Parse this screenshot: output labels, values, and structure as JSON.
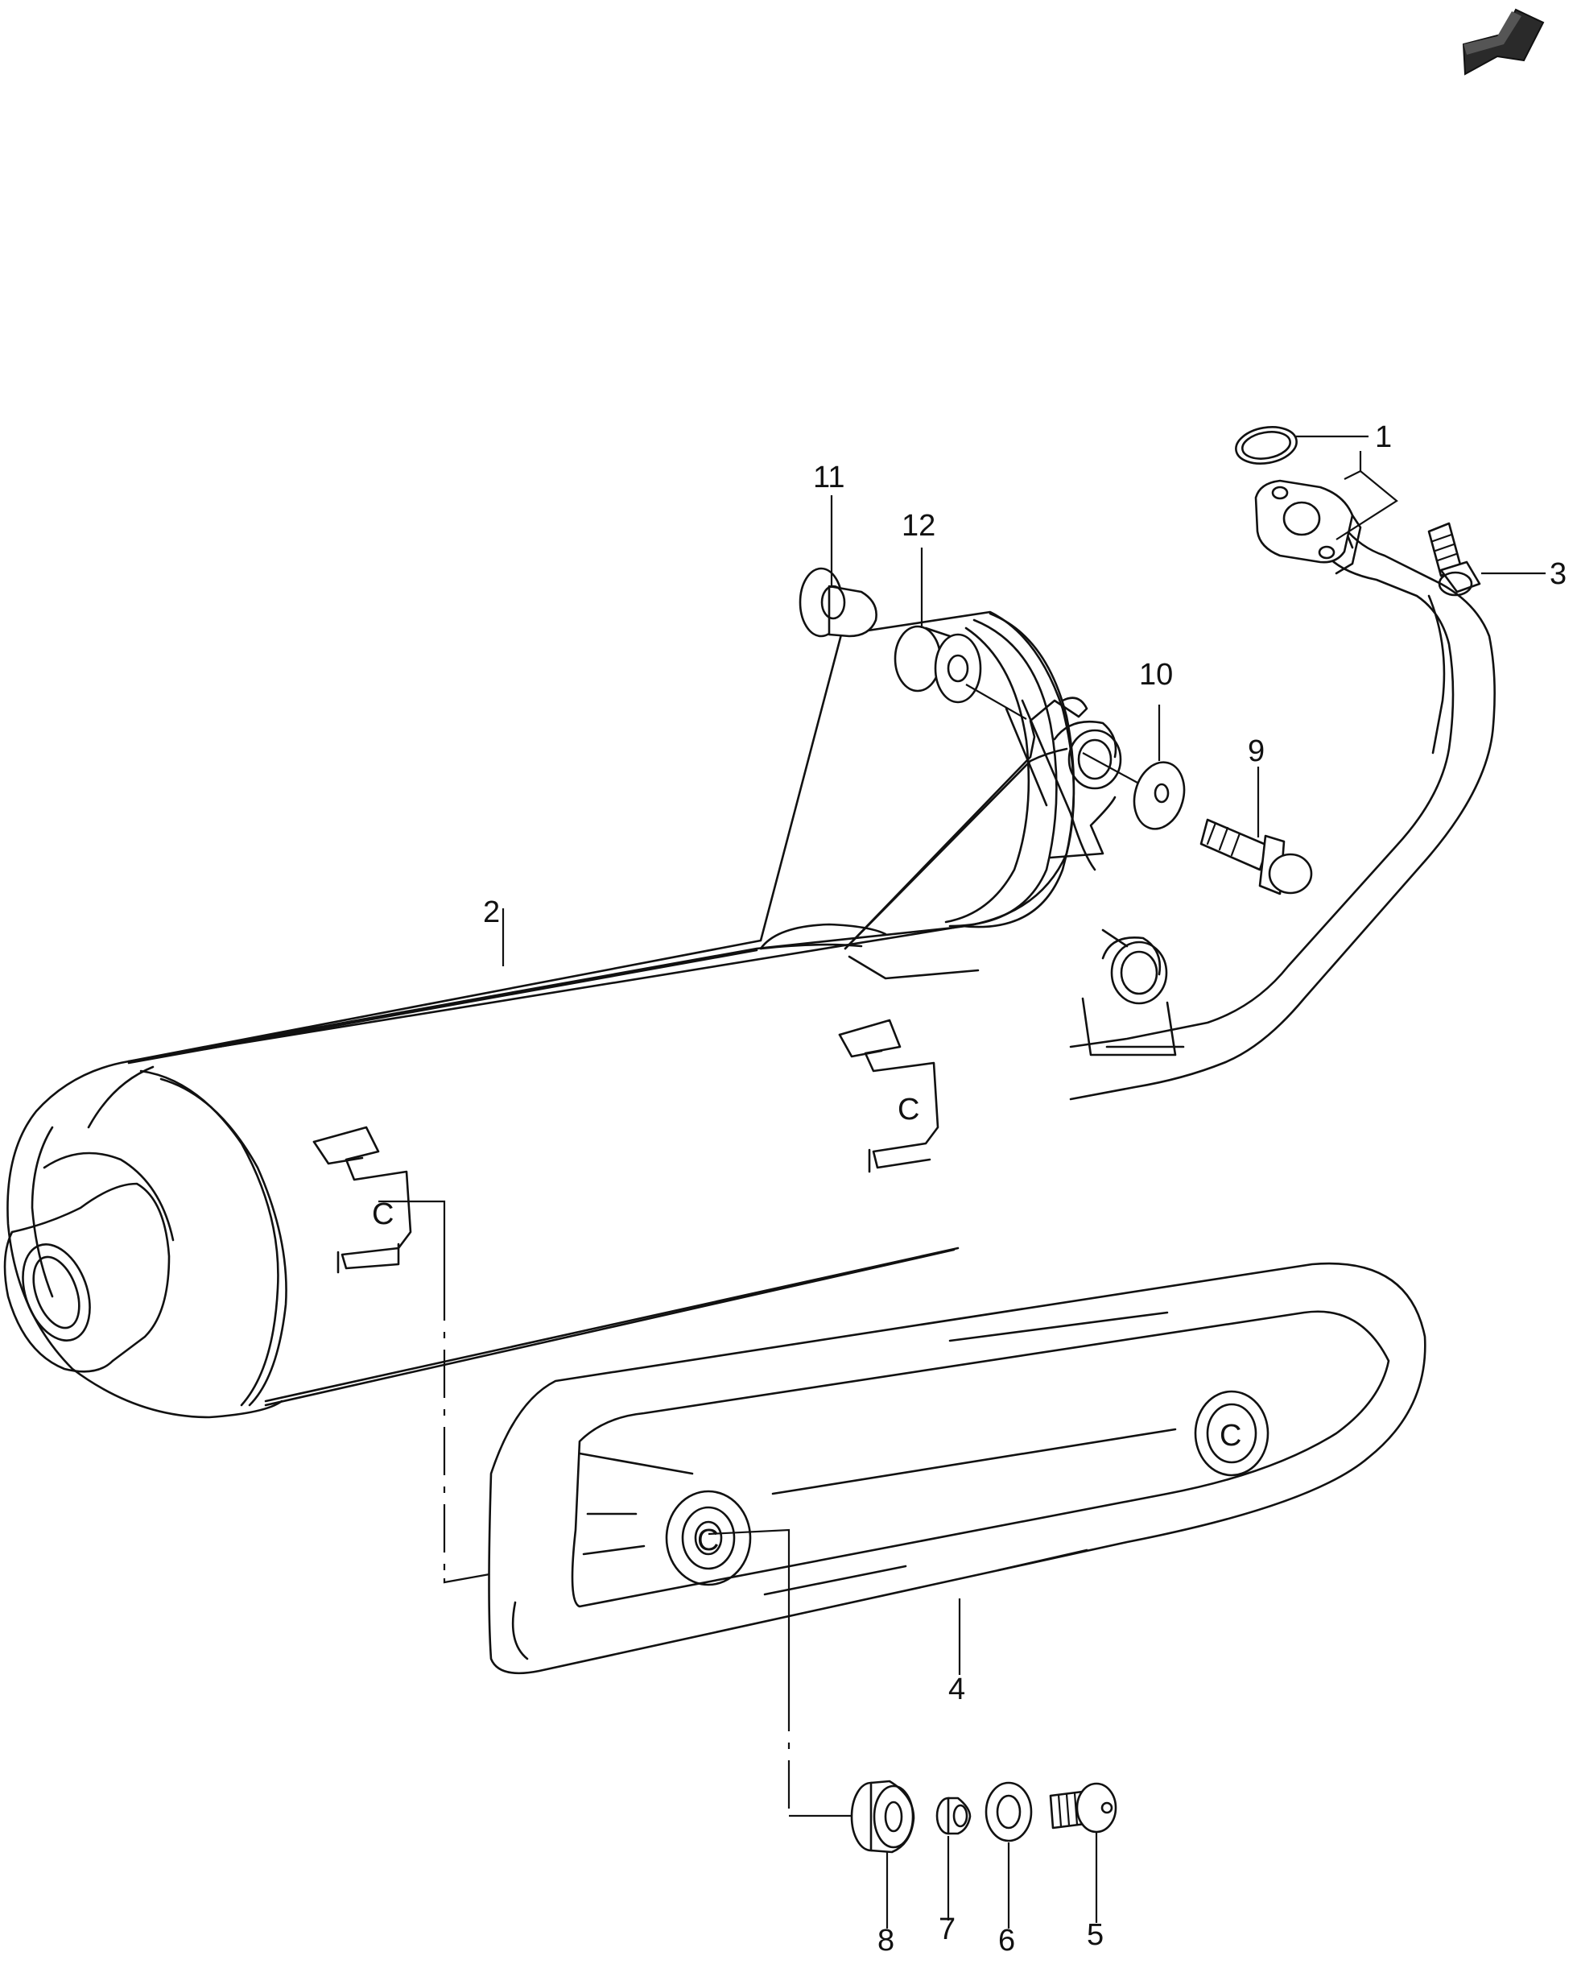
{
  "diagram": {
    "callouts": [
      {
        "id": "callout-1",
        "label": "1"
      },
      {
        "id": "callout-2",
        "label": "2"
      },
      {
        "id": "callout-3",
        "label": "3"
      },
      {
        "id": "callout-4",
        "label": "4"
      },
      {
        "id": "callout-5",
        "label": "5"
      },
      {
        "id": "callout-6",
        "label": "6"
      },
      {
        "id": "callout-7",
        "label": "7"
      },
      {
        "id": "callout-8",
        "label": "8"
      },
      {
        "id": "callout-9",
        "label": "9"
      },
      {
        "id": "callout-10",
        "label": "10"
      },
      {
        "id": "callout-11",
        "label": "11"
      },
      {
        "id": "callout-12",
        "label": "12"
      }
    ],
    "mount_marks": [
      "C",
      "C",
      "C",
      "C"
    ],
    "colors": {
      "line": "#111111",
      "background": "#ffffff",
      "arrow_fill": "#2a2a2a"
    },
    "icons": {
      "direction": "forward-arrow-icon"
    }
  }
}
